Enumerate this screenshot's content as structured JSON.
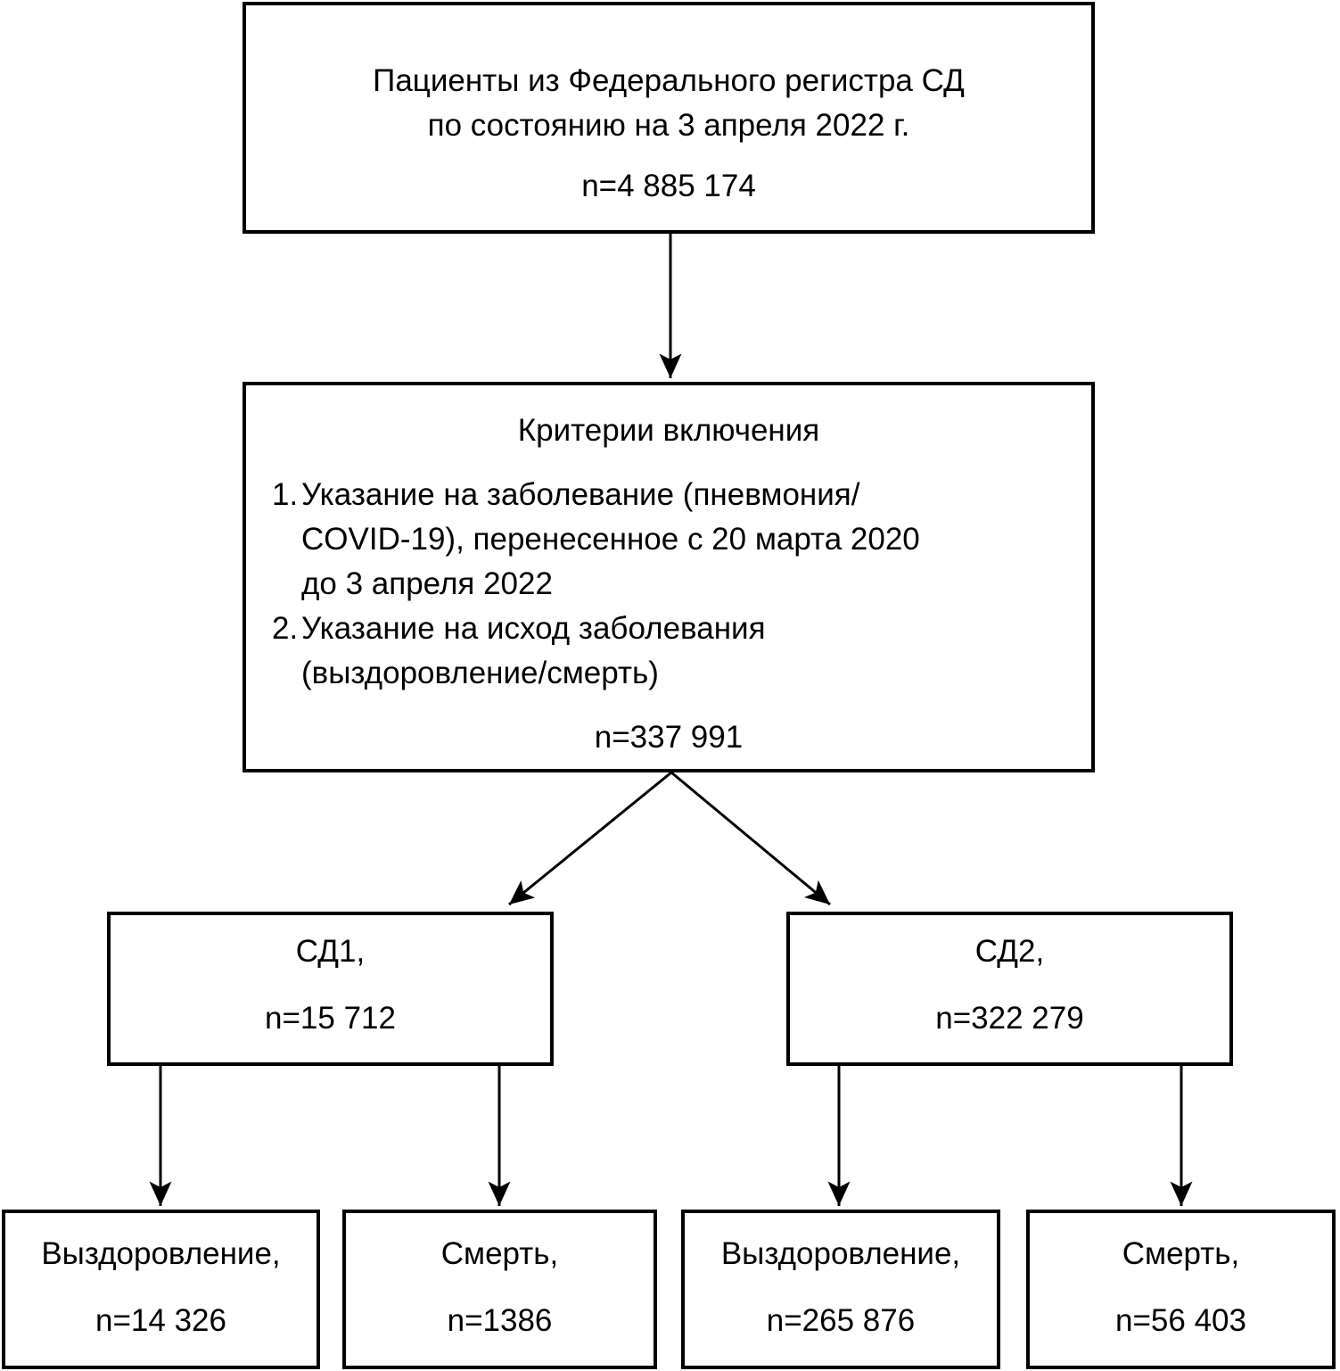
{
  "registry_box": {
    "title": "Пациенты из Федерального регистра СД\nпо состоянию на 3 апреля 2022 г.",
    "n": "n=4 885 174"
  },
  "criteria_box": {
    "title": "Критерии включения",
    "items": [
      {
        "num": "1.",
        "text": "Указание на заболевание (пневмония/\nCOVID-19), перенесенное с 20 марта 2020\nдо 3 апреля 2022"
      },
      {
        "num": "2.",
        "text": "Указание на исход заболевания\n(выздоровление/смерть)"
      }
    ],
    "n": "n=337 991"
  },
  "sd1_box": {
    "label": "СД1,",
    "n": "n=15 712"
  },
  "sd2_box": {
    "label": "СД2,",
    "n": "n=322 279"
  },
  "outcome_boxes": [
    {
      "label": "Выздоровление,",
      "n": "n=14 326"
    },
    {
      "label": "Смерть,",
      "n": "n=1386"
    },
    {
      "label": "Выздоровление,",
      "n": "n=265 876"
    },
    {
      "label": "Смерть,",
      "n": "n=56 403"
    }
  ],
  "colors": {
    "line": "#000000",
    "background": "#ffffff"
  }
}
